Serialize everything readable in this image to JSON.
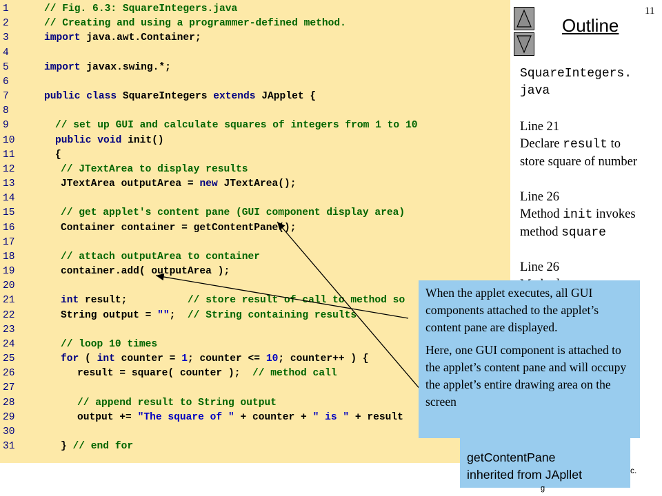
{
  "slide": {
    "number": "11",
    "outline_label": "Outline"
  },
  "code_lines": [
    {
      "n": "1",
      "indent": 1,
      "parts": [
        {
          "t": "// Fig. 6.3: SquareIntegers.java",
          "c": "cm"
        }
      ]
    },
    {
      "n": "2",
      "indent": 1,
      "parts": [
        {
          "t": "// Creating and using a programmer-defined method.",
          "c": "cm"
        }
      ]
    },
    {
      "n": "3",
      "indent": 1,
      "parts": [
        {
          "t": "import",
          "c": "kw"
        },
        {
          "t": " java.awt.Container;",
          "c": "pl"
        }
      ]
    },
    {
      "n": "4",
      "indent": 0,
      "parts": []
    },
    {
      "n": "5",
      "indent": 1,
      "parts": [
        {
          "t": "import",
          "c": "kw"
        },
        {
          "t": " javax.swing.*;",
          "c": "pl"
        }
      ]
    },
    {
      "n": "6",
      "indent": 0,
      "parts": []
    },
    {
      "n": "7",
      "indent": 1,
      "parts": [
        {
          "t": "public class",
          "c": "kw"
        },
        {
          "t": " SquareIntegers ",
          "c": "pl"
        },
        {
          "t": "extends",
          "c": "kw"
        },
        {
          "t": " JApplet {",
          "c": "pl"
        }
      ]
    },
    {
      "n": "8",
      "indent": 0,
      "parts": []
    },
    {
      "n": "9",
      "indent": 2,
      "parts": [
        {
          "t": "// set up GUI and calculate squares of integers from 1 to 10",
          "c": "cm"
        }
      ]
    },
    {
      "n": "10",
      "indent": 2,
      "parts": [
        {
          "t": "public void",
          "c": "kw"
        },
        {
          "t": " init()",
          "c": "pl"
        }
      ]
    },
    {
      "n": "11",
      "indent": 2,
      "parts": [
        {
          "t": "{",
          "c": "pl"
        }
      ]
    },
    {
      "n": "12",
      "indent": 3,
      "parts": [
        {
          "t": "// JTextArea to display results",
          "c": "cm"
        }
      ]
    },
    {
      "n": "13",
      "indent": 3,
      "parts": [
        {
          "t": "JTextArea outputArea = ",
          "c": "pl"
        },
        {
          "t": "new",
          "c": "kw"
        },
        {
          "t": " JTextArea();",
          "c": "pl"
        }
      ]
    },
    {
      "n": "14",
      "indent": 0,
      "parts": []
    },
    {
      "n": "15",
      "indent": 3,
      "parts": [
        {
          "t": "// get applet's content pane (GUI component display area)",
          "c": "cm"
        }
      ]
    },
    {
      "n": "16",
      "indent": 3,
      "parts": [
        {
          "t": "Container container = getContentPane();",
          "c": "pl"
        }
      ]
    },
    {
      "n": "17",
      "indent": 0,
      "parts": []
    },
    {
      "n": "18",
      "indent": 3,
      "parts": [
        {
          "t": "// attach outputArea to container",
          "c": "cm"
        }
      ]
    },
    {
      "n": "19",
      "indent": 3,
      "parts": [
        {
          "t": "container.add( outputArea );",
          "c": "pl"
        }
      ]
    },
    {
      "n": "20",
      "indent": 0,
      "parts": []
    },
    {
      "n": "21",
      "indent": 3,
      "parts": [
        {
          "t": "int",
          "c": "kw"
        },
        {
          "t": " result;          ",
          "c": "pl"
        },
        {
          "t": "// store result of call to method so",
          "c": "cm"
        }
      ]
    },
    {
      "n": "22",
      "indent": 3,
      "parts": [
        {
          "t": "String output = ",
          "c": "pl"
        },
        {
          "t": "\"\"",
          "c": "str"
        },
        {
          "t": ";  ",
          "c": "pl"
        },
        {
          "t": "// String containing results",
          "c": "cm"
        }
      ]
    },
    {
      "n": "23",
      "indent": 0,
      "parts": []
    },
    {
      "n": "24",
      "indent": 3,
      "parts": [
        {
          "t": "// loop 10 times",
          "c": "cm"
        }
      ]
    },
    {
      "n": "25",
      "indent": 3,
      "parts": [
        {
          "t": "for",
          "c": "kw"
        },
        {
          "t": " ( ",
          "c": "pl"
        },
        {
          "t": "int",
          "c": "kw"
        },
        {
          "t": " counter = ",
          "c": "pl"
        },
        {
          "t": "1",
          "c": "str"
        },
        {
          "t": "; counter <= ",
          "c": "pl"
        },
        {
          "t": "10",
          "c": "str"
        },
        {
          "t": "; counter++ ) {",
          "c": "pl"
        }
      ]
    },
    {
      "n": "26",
      "indent": 4,
      "parts": [
        {
          "t": "result = square( counter );  ",
          "c": "pl"
        },
        {
          "t": "// method call",
          "c": "cm"
        }
      ]
    },
    {
      "n": "27",
      "indent": 0,
      "parts": []
    },
    {
      "n": "28",
      "indent": 4,
      "parts": [
        {
          "t": "// append result to String output",
          "c": "cm"
        }
      ]
    },
    {
      "n": "29",
      "indent": 4,
      "parts": [
        {
          "t": "output += ",
          "c": "pl"
        },
        {
          "t": "\"The square of \"",
          "c": "str"
        },
        {
          "t": " + counter + ",
          "c": "pl"
        },
        {
          "t": "\" is \"",
          "c": "str"
        },
        {
          "t": " + result",
          "c": "pl"
        }
      ]
    },
    {
      "n": "30",
      "indent": 0,
      "parts": []
    },
    {
      "n": "31",
      "indent": 3,
      "parts": [
        {
          "t": "} ",
          "c": "pl"
        },
        {
          "t": "// end for",
          "c": "cm"
        }
      ]
    }
  ],
  "sidebar": {
    "filename_line1": "SquareIntegers.",
    "filename_line2": "java",
    "line21_heading": "Line 21",
    "line21_pre": "Declare ",
    "line21_code": "result",
    "line21_post": " to",
    "line21_cont": "store square of number",
    "line26_heading": "Line 26",
    "line26_pre": "Method ",
    "line26_code": "init",
    "line26_post": " invokes",
    "line26_cont_pre": "method ",
    "line26_cont_code": "square",
    "line26b_heading": "Line 26",
    "line26b_partial": "Method"
  },
  "callouts": {
    "main_p1": "When the applet executes, all GUI components attached to the applet’s content pane are displayed.",
    "main_p2": "Here, one GUI component is attached to the applet’s content pane and will occupy the applet’s entire drawing area on the screen",
    "secondary_line1": "getContentPane",
    "secondary_line2": "inherited from JApllet"
  },
  "fragments": {
    "right_c": "c.",
    "bottom": "g"
  },
  "colors": {
    "code_bg": "#fde9a8",
    "callout_bg": "#99ccee",
    "keyword": "#000080",
    "comment": "#006400"
  }
}
